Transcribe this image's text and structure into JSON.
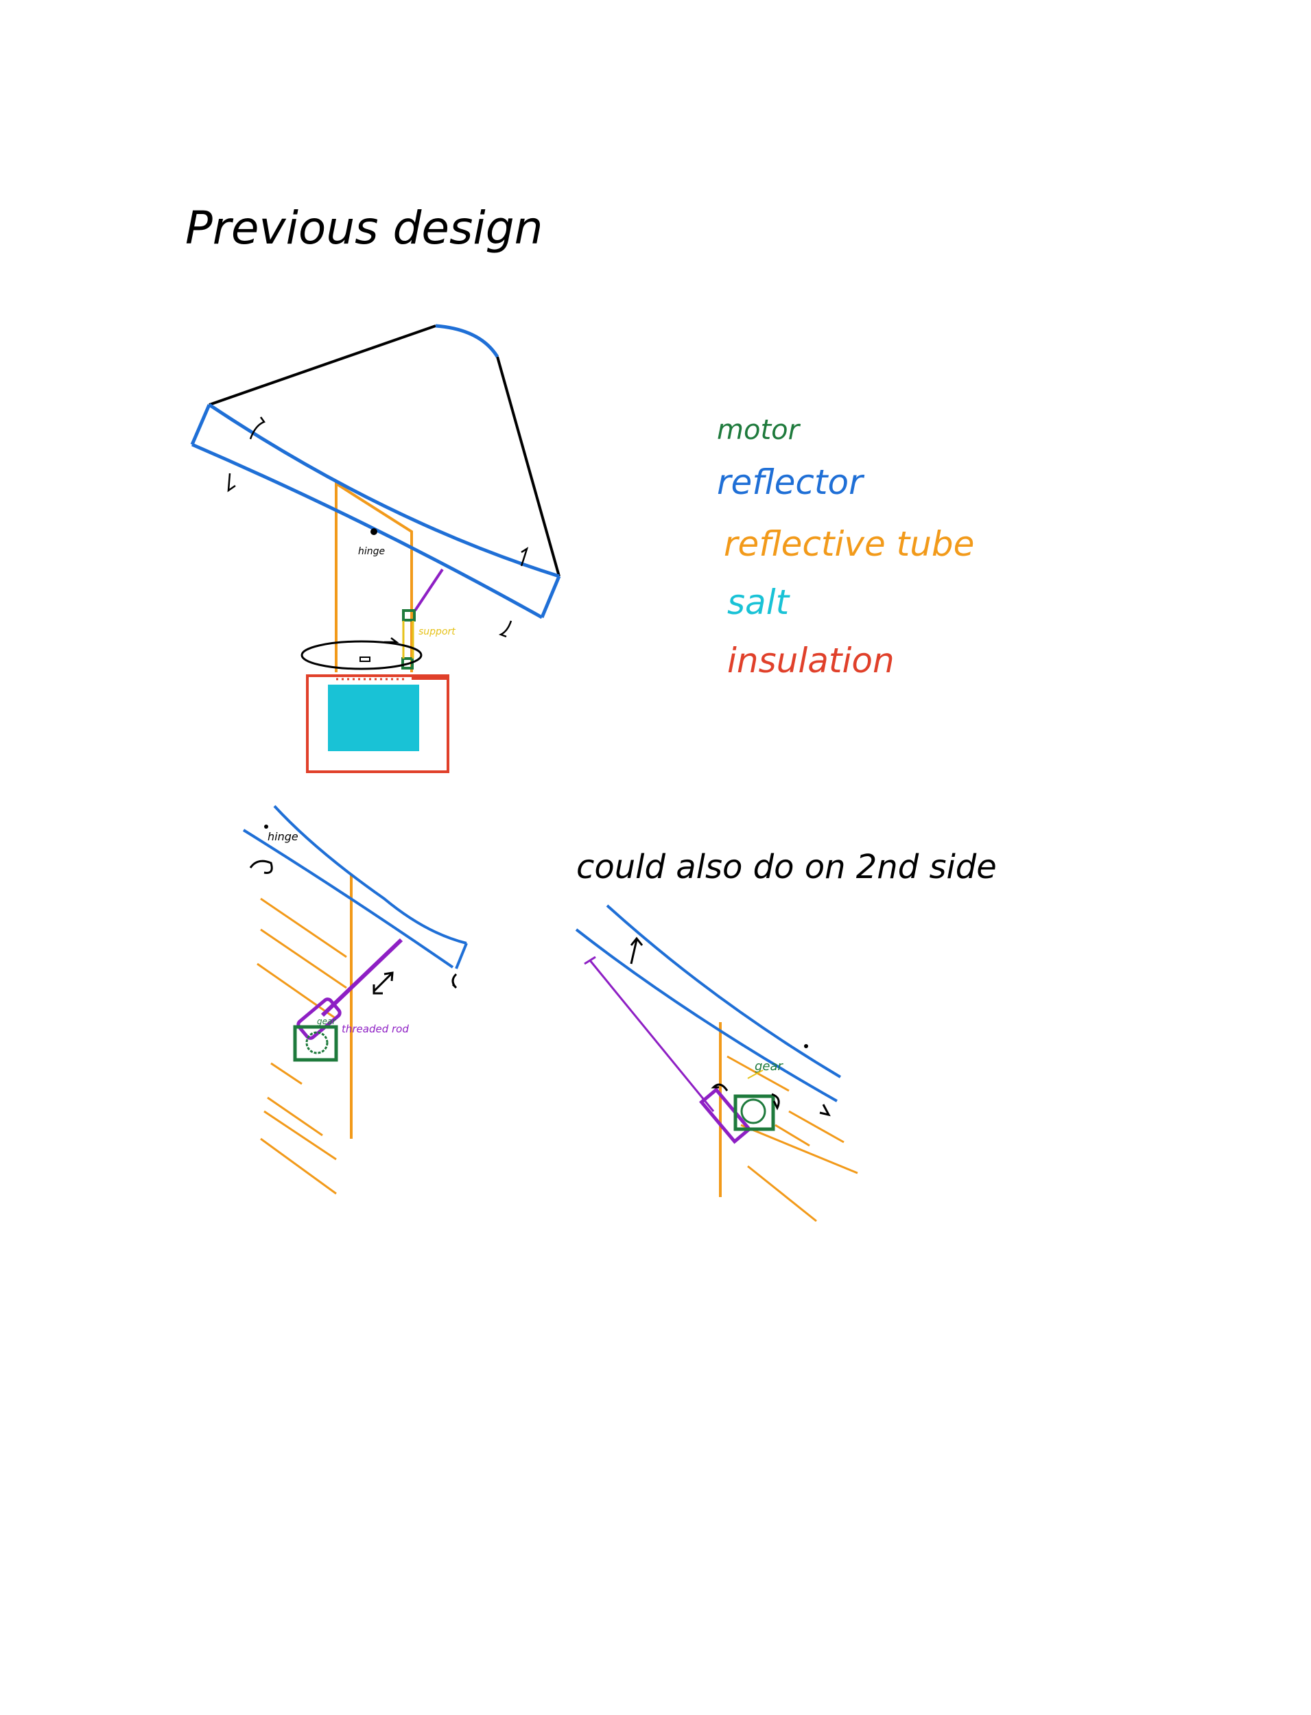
{
  "title": "Previous design",
  "legend": [
    {
      "label": "motor",
      "color": "#1e7a3c"
    },
    {
      "label": "reflector",
      "color": "#1f6fd6"
    },
    {
      "label": "reflective tube",
      "color": "#f29a1a"
    },
    {
      "label": "salt",
      "color": "#19c2d6"
    },
    {
      "label": "insulation",
      "color": "#e0402a"
    }
  ],
  "labels": {
    "hinge_top": "hinge",
    "support": "support",
    "hinge_left": "hinge",
    "threaded_rod": "threaded rod",
    "gear_top": "gear",
    "gear_right": "gear",
    "second_side": "could also do on 2nd side"
  },
  "colors": {
    "ink": "#000000",
    "motor": "#1e7a3c",
    "reflector": "#1f6fd6",
    "tube": "#f29a1a",
    "salt": "#19c2d6",
    "insulation": "#e0402a",
    "rod": "#8e1fc4",
    "support": "#e6c21a"
  }
}
